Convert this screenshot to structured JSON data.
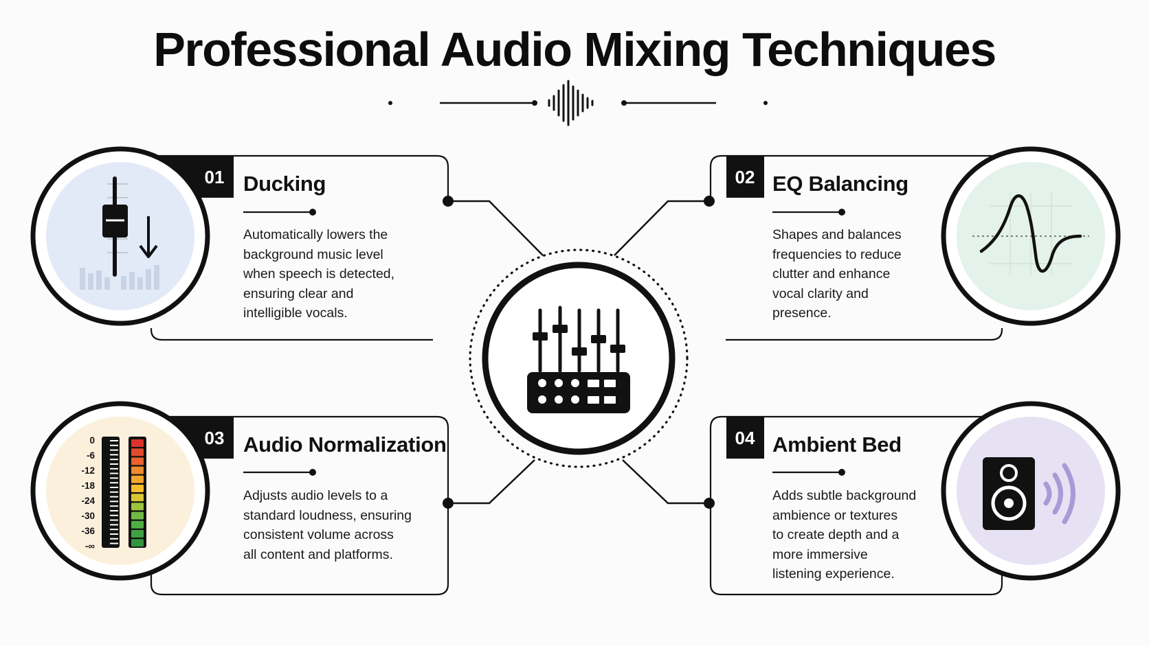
{
  "title": "Professional Audio Mixing Techniques",
  "colors": {
    "ducking_bg": "#e3eaf7",
    "eq_bg": "#e3f2ea",
    "normalization_bg": "#fbf0dc",
    "ambient_bg": "#e6e2f4",
    "speaker_waves": "#a79bd6"
  },
  "cards": [
    {
      "number": "01",
      "title": "Ducking",
      "icon": "fader-down-icon",
      "description": [
        "Automatically lowers the",
        "background music level",
        "when speech is detected,",
        "ensuring clear and",
        "intelligible vocals."
      ]
    },
    {
      "number": "02",
      "title": "EQ Balancing",
      "icon": "eq-curve-icon",
      "description": [
        "Shapes and balances",
        "frequencies to reduce",
        "clutter and enhance",
        "vocal clarity and",
        "presence."
      ]
    },
    {
      "number": "03",
      "title": "Audio Normalization",
      "icon": "level-meter-icon",
      "description": [
        "Adjusts audio levels to a",
        "standard loudness, ensuring",
        "consistent volume across",
        "all content and platforms."
      ]
    },
    {
      "number": "04",
      "title": "Ambient Bed",
      "icon": "speaker-icon",
      "description": [
        "Adds subtle background",
        "ambience or textures",
        "to create depth and a",
        "more immersive",
        "listening experience."
      ]
    }
  ],
  "meter_labels": [
    "0",
    "-6",
    "-12",
    "-18",
    "-24",
    "-30",
    "-36",
    "-∞"
  ],
  "center_icon": "mixing-console-icon",
  "header_icon": "waveform-icon"
}
